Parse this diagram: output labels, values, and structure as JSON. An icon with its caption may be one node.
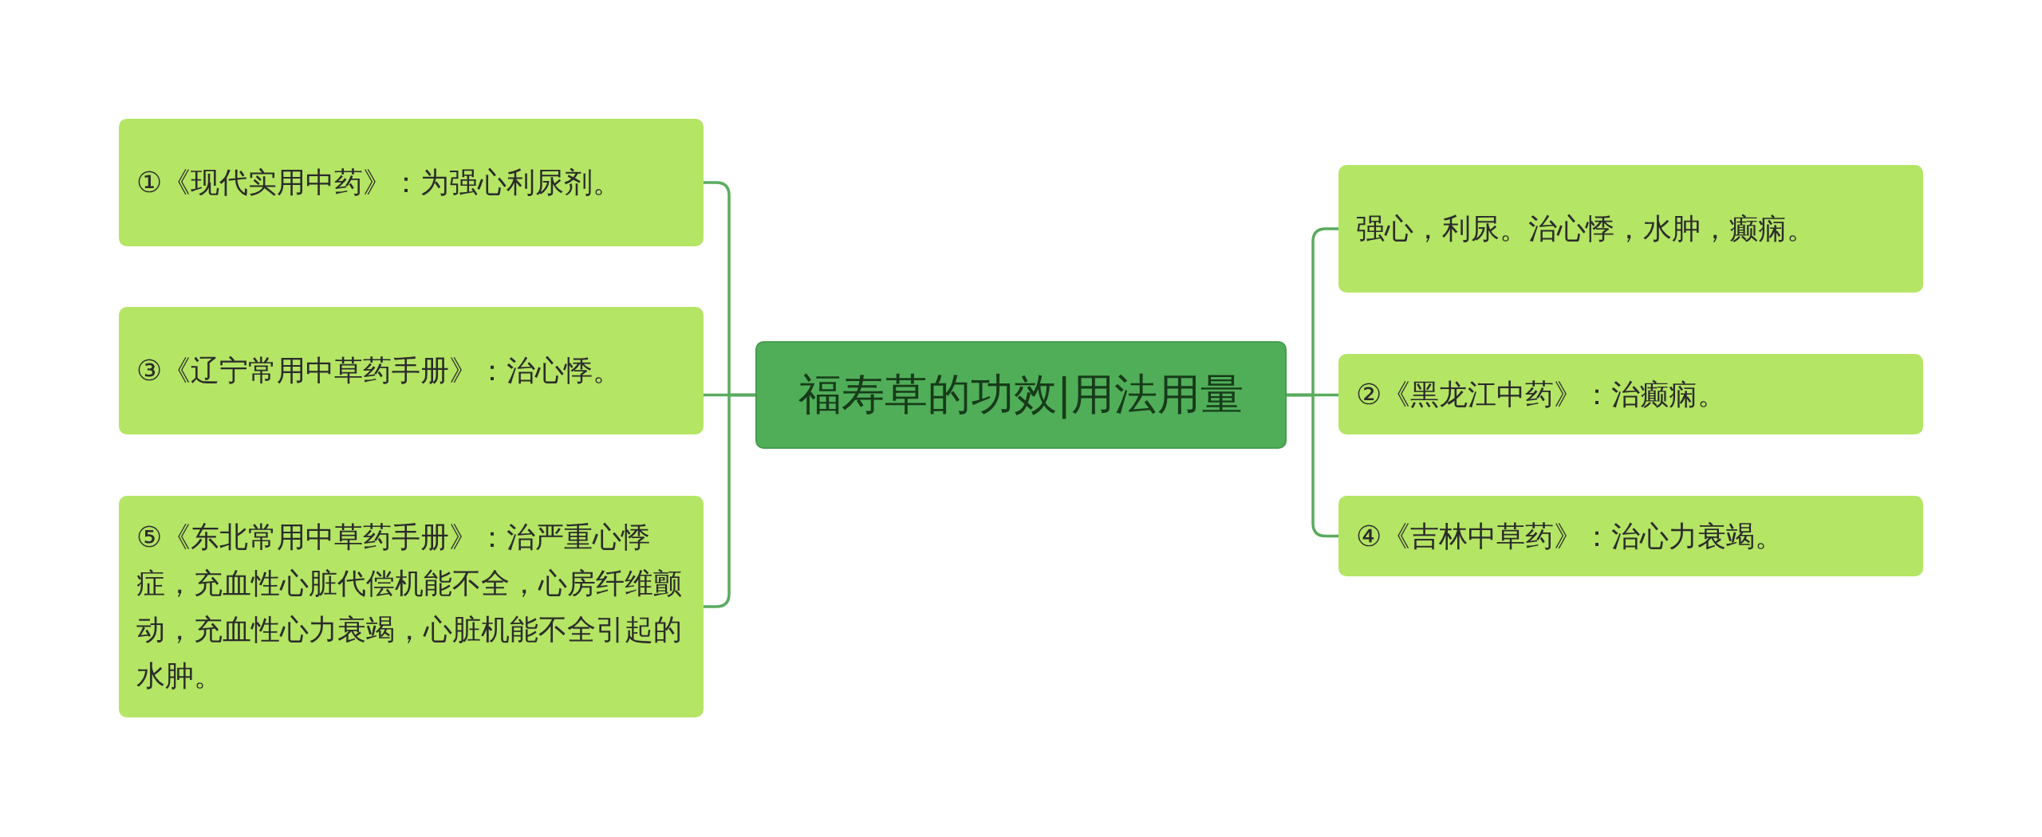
{
  "diagram": {
    "nodes": [
      {
        "text": [
          "福寿草的功效|用法用量"
        ]
      },
      {
        "text": [
          "①《现代实用中药》：为强心利尿剂。"
        ]
      },
      {
        "text": [
          "③《辽宁常用中草药手册》：治心悸。"
        ]
      },
      {
        "text": [
          "⑤《东北常用中草药手册》：治严重心悸症，充血性心脏代偿机能不全，心房纤维颤动，充血性心力衰竭，心脏机能不全引起的水肿。"
        ]
      },
      {
        "text": [
          "强心，利尿。治心悸，水肿，癫痫。"
        ]
      },
      {
        "text": [
          "②《黑龙江中药》：治癫痫。"
        ]
      },
      {
        "text": [
          "④《吉林中草药》：治心力衰竭。"
        ]
      }
    ],
    "edges": [
      {
        "from": 0,
        "to": 1,
        "arrow": "none"
      },
      {
        "from": 0,
        "to": 2,
        "arrow": "none"
      },
      {
        "from": 0,
        "to": 3,
        "arrow": "none"
      },
      {
        "from": 0,
        "to": 4,
        "arrow": "none"
      },
      {
        "from": 0,
        "to": 5,
        "arrow": "none"
      },
      {
        "from": 0,
        "to": 6,
        "arrow": "none"
      }
    ]
  }
}
